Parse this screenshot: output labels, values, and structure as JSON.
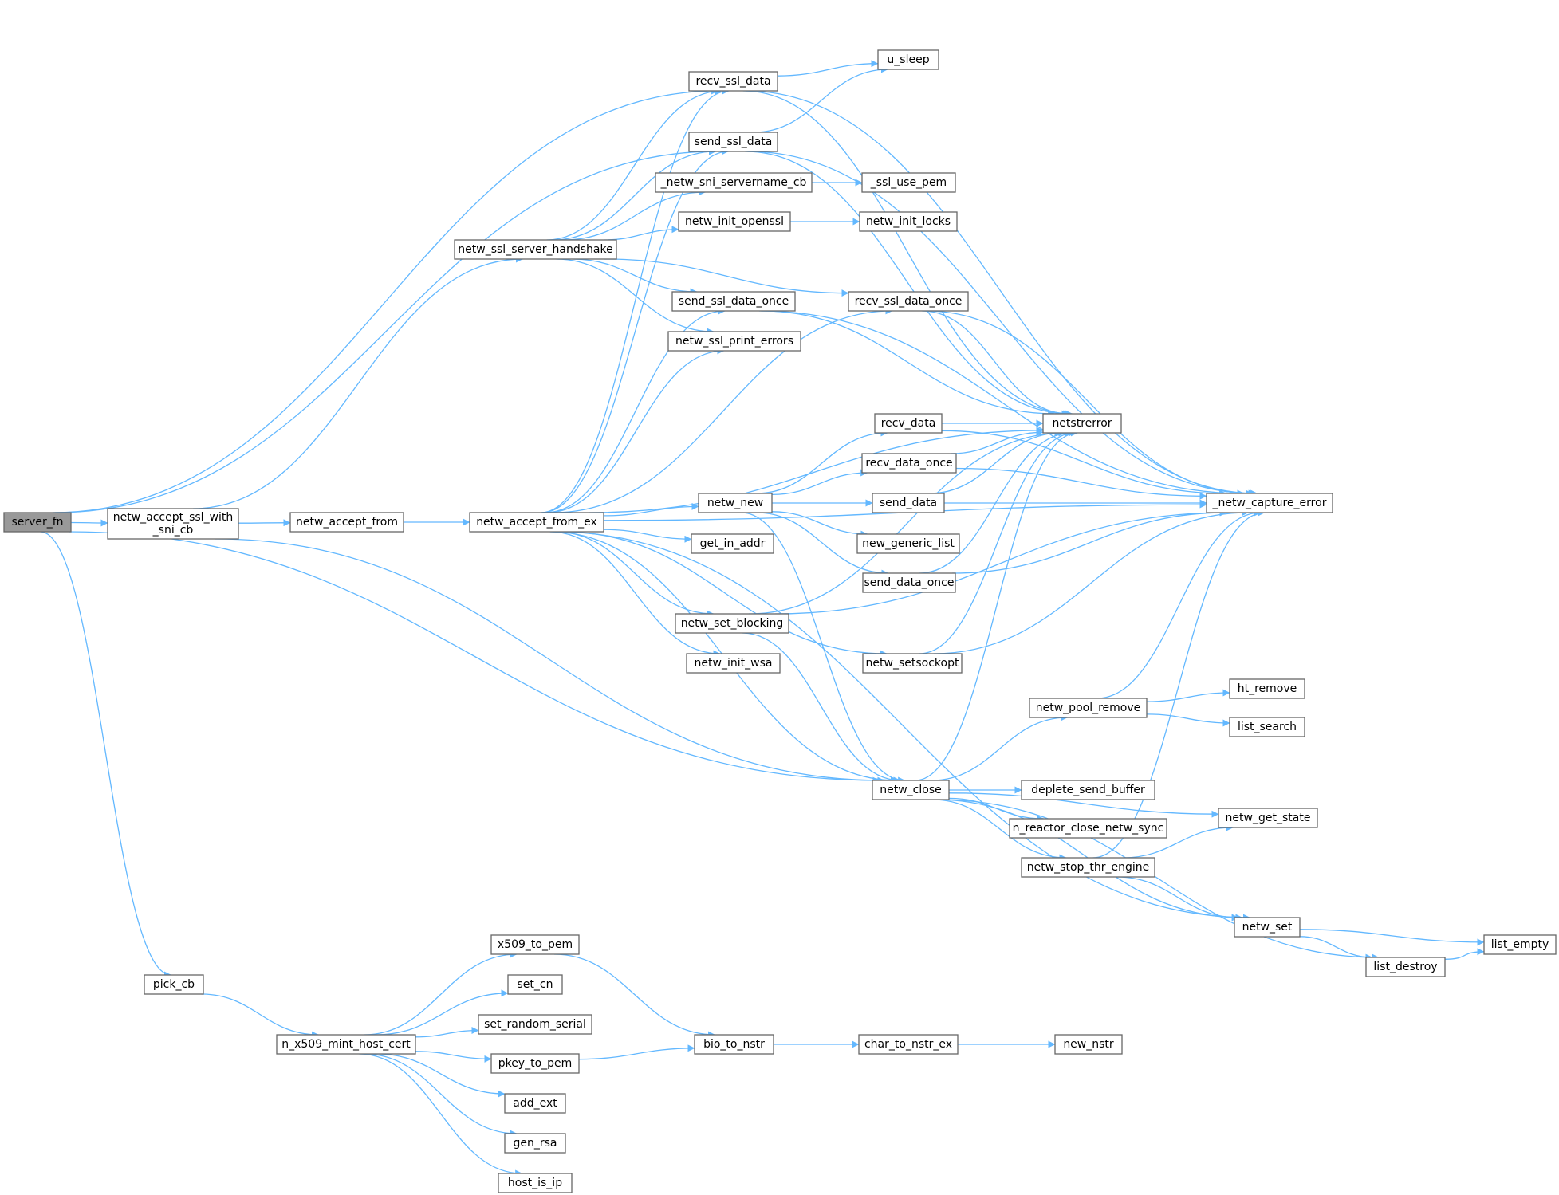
{
  "diagram": {
    "root": "server_fn",
    "colors": {
      "edge": "#63b8ff",
      "node_border": "#666666",
      "root_fill": "#999999",
      "node_fill": "#ffffff"
    },
    "nodes": [
      {
        "id": "server_fn",
        "lines": [
          "server_fn"
        ],
        "root": true
      },
      {
        "id": "netw_accept_ssl_with_sni_cb",
        "lines": [
          "netw_accept_ssl_with",
          "_sni_cb"
        ]
      },
      {
        "id": "netw_accept_from",
        "lines": [
          "netw_accept_from"
        ]
      },
      {
        "id": "netw_accept_from_ex",
        "lines": [
          "netw_accept_from_ex"
        ]
      },
      {
        "id": "netw_ssl_server_handshake",
        "lines": [
          "netw_ssl_server_handshake"
        ]
      },
      {
        "id": "pick_cb",
        "lines": [
          "pick_cb"
        ]
      },
      {
        "id": "n_x509_mint_host_cert",
        "lines": [
          "n_x509_mint_host_cert"
        ]
      },
      {
        "id": "recv_ssl_data",
        "lines": [
          "recv_ssl_data"
        ]
      },
      {
        "id": "send_ssl_data",
        "lines": [
          "send_ssl_data"
        ]
      },
      {
        "id": "_netw_sni_servername_cb",
        "lines": [
          "_netw_sni_servername_cb"
        ]
      },
      {
        "id": "netw_init_openssl",
        "lines": [
          "netw_init_openssl"
        ]
      },
      {
        "id": "send_ssl_data_once",
        "lines": [
          "send_ssl_data_once"
        ]
      },
      {
        "id": "netw_ssl_print_errors",
        "lines": [
          "netw_ssl_print_errors"
        ]
      },
      {
        "id": "netw_new",
        "lines": [
          "netw_new"
        ]
      },
      {
        "id": "get_in_addr",
        "lines": [
          "get_in_addr"
        ]
      },
      {
        "id": "netw_set_blocking",
        "lines": [
          "netw_set_blocking"
        ]
      },
      {
        "id": "netw_init_wsa",
        "lines": [
          "netw_init_wsa"
        ]
      },
      {
        "id": "x509_to_pem",
        "lines": [
          "x509_to_pem"
        ]
      },
      {
        "id": "set_cn",
        "lines": [
          "set_cn"
        ]
      },
      {
        "id": "set_random_serial",
        "lines": [
          "set_random_serial"
        ]
      },
      {
        "id": "pkey_to_pem",
        "lines": [
          "pkey_to_pem"
        ]
      },
      {
        "id": "add_ext",
        "lines": [
          "add_ext"
        ]
      },
      {
        "id": "gen_rsa",
        "lines": [
          "gen_rsa"
        ]
      },
      {
        "id": "host_is_ip",
        "lines": [
          "host_is_ip"
        ]
      },
      {
        "id": "bio_to_nstr",
        "lines": [
          "bio_to_nstr"
        ]
      },
      {
        "id": "u_sleep",
        "lines": [
          "u_sleep"
        ]
      },
      {
        "id": "_ssl_use_pem",
        "lines": [
          "_ssl_use_pem"
        ]
      },
      {
        "id": "netw_init_locks",
        "lines": [
          "netw_init_locks"
        ]
      },
      {
        "id": "recv_ssl_data_once",
        "lines": [
          "recv_ssl_data_once"
        ]
      },
      {
        "id": "recv_data",
        "lines": [
          "recv_data"
        ]
      },
      {
        "id": "recv_data_once",
        "lines": [
          "recv_data_once"
        ]
      },
      {
        "id": "send_data",
        "lines": [
          "send_data"
        ]
      },
      {
        "id": "new_generic_list",
        "lines": [
          "new_generic_list"
        ]
      },
      {
        "id": "send_data_once",
        "lines": [
          "send_data_once"
        ]
      },
      {
        "id": "netw_setsockopt",
        "lines": [
          "netw_setsockopt"
        ]
      },
      {
        "id": "netw_close",
        "lines": [
          "netw_close"
        ]
      },
      {
        "id": "char_to_nstr_ex",
        "lines": [
          "char_to_nstr_ex"
        ]
      },
      {
        "id": "netstrerror",
        "lines": [
          "netstrerror"
        ]
      },
      {
        "id": "netw_pool_remove",
        "lines": [
          "netw_pool_remove"
        ]
      },
      {
        "id": "deplete_send_buffer",
        "lines": [
          "deplete_send_buffer"
        ]
      },
      {
        "id": "n_reactor_close_netw_sync",
        "lines": [
          "n_reactor_close_netw_sync"
        ]
      },
      {
        "id": "netw_stop_thr_engine",
        "lines": [
          "netw_stop_thr_engine"
        ]
      },
      {
        "id": "new_nstr",
        "lines": [
          "new_nstr"
        ]
      },
      {
        "id": "_netw_capture_error",
        "lines": [
          "_netw_capture_error"
        ]
      },
      {
        "id": "ht_remove",
        "lines": [
          "ht_remove"
        ]
      },
      {
        "id": "list_search",
        "lines": [
          "list_search"
        ]
      },
      {
        "id": "netw_get_state",
        "lines": [
          "netw_get_state"
        ]
      },
      {
        "id": "netw_set",
        "lines": [
          "netw_set"
        ]
      },
      {
        "id": "list_destroy",
        "lines": [
          "list_destroy"
        ]
      },
      {
        "id": "list_empty",
        "lines": [
          "list_empty"
        ]
      }
    ],
    "edges": [
      [
        "server_fn",
        "netw_accept_ssl_with_sni_cb"
      ],
      [
        "server_fn",
        "recv_ssl_data"
      ],
      [
        "server_fn",
        "send_ssl_data"
      ],
      [
        "server_fn",
        "netw_close"
      ],
      [
        "server_fn",
        "pick_cb"
      ],
      [
        "netw_accept_ssl_with_sni_cb",
        "netw_accept_from"
      ],
      [
        "netw_accept_ssl_with_sni_cb",
        "netw_ssl_server_handshake"
      ],
      [
        "netw_accept_ssl_with_sni_cb",
        "netw_close"
      ],
      [
        "netw_accept_from",
        "netw_accept_from_ex"
      ],
      [
        "netw_accept_from_ex",
        "recv_ssl_data"
      ],
      [
        "netw_accept_from_ex",
        "send_ssl_data"
      ],
      [
        "netw_accept_from_ex",
        "send_ssl_data_once"
      ],
      [
        "netw_accept_from_ex",
        "netw_ssl_print_errors"
      ],
      [
        "netw_accept_from_ex",
        "recv_ssl_data_once"
      ],
      [
        "netw_accept_from_ex",
        "netstrerror"
      ],
      [
        "netw_accept_from_ex",
        "netw_new"
      ],
      [
        "netw_accept_from_ex",
        "get_in_addr"
      ],
      [
        "netw_accept_from_ex",
        "netw_set_blocking"
      ],
      [
        "netw_accept_from_ex",
        "netw_init_wsa"
      ],
      [
        "netw_accept_from_ex",
        "netw_setsockopt"
      ],
      [
        "netw_accept_from_ex",
        "_netw_capture_error"
      ],
      [
        "netw_accept_from_ex",
        "netw_close"
      ],
      [
        "netw_accept_from_ex",
        "netw_set"
      ],
      [
        "netw_ssl_server_handshake",
        "recv_ssl_data"
      ],
      [
        "netw_ssl_server_handshake",
        "send_ssl_data"
      ],
      [
        "netw_ssl_server_handshake",
        "_netw_sni_servername_cb"
      ],
      [
        "netw_ssl_server_handshake",
        "netw_init_openssl"
      ],
      [
        "netw_ssl_server_handshake",
        "send_ssl_data_once"
      ],
      [
        "netw_ssl_server_handshake",
        "netw_ssl_print_errors"
      ],
      [
        "netw_ssl_server_handshake",
        "recv_ssl_data_once"
      ],
      [
        "recv_ssl_data",
        "u_sleep"
      ],
      [
        "recv_ssl_data",
        "netstrerror"
      ],
      [
        "recv_ssl_data",
        "_netw_capture_error"
      ],
      [
        "send_ssl_data",
        "u_sleep"
      ],
      [
        "send_ssl_data",
        "netstrerror"
      ],
      [
        "send_ssl_data",
        "_netw_capture_error"
      ],
      [
        "_netw_sni_servername_cb",
        "_ssl_use_pem"
      ],
      [
        "netw_init_openssl",
        "netw_init_locks"
      ],
      [
        "send_ssl_data_once",
        "netstrerror"
      ],
      [
        "send_ssl_data_once",
        "_netw_capture_error"
      ],
      [
        "recv_ssl_data_once",
        "netstrerror"
      ],
      [
        "recv_ssl_data_once",
        "_netw_capture_error"
      ],
      [
        "netw_new",
        "recv_data"
      ],
      [
        "netw_new",
        "recv_data_once"
      ],
      [
        "netw_new",
        "send_data"
      ],
      [
        "netw_new",
        "new_generic_list"
      ],
      [
        "netw_new",
        "send_data_once"
      ],
      [
        "netw_new",
        "netw_close"
      ],
      [
        "recv_data",
        "netstrerror"
      ],
      [
        "recv_data",
        "_netw_capture_error"
      ],
      [
        "recv_data_once",
        "netstrerror"
      ],
      [
        "recv_data_once",
        "_netw_capture_error"
      ],
      [
        "send_data",
        "netstrerror"
      ],
      [
        "send_data",
        "_netw_capture_error"
      ],
      [
        "send_data_once",
        "netstrerror"
      ],
      [
        "send_data_once",
        "_netw_capture_error"
      ],
      [
        "netw_set_blocking",
        "netstrerror"
      ],
      [
        "netw_set_blocking",
        "_netw_capture_error"
      ],
      [
        "netw_set_blocking",
        "netw_close"
      ],
      [
        "netw_setsockopt",
        "netstrerror"
      ],
      [
        "netw_setsockopt",
        "_netw_capture_error"
      ],
      [
        "netw_close",
        "netstrerror"
      ],
      [
        "netw_close",
        "netw_pool_remove"
      ],
      [
        "netw_close",
        "deplete_send_buffer"
      ],
      [
        "netw_close",
        "n_reactor_close_netw_sync"
      ],
      [
        "netw_close",
        "netw_get_state"
      ],
      [
        "netw_close",
        "netw_stop_thr_engine"
      ],
      [
        "netw_close",
        "netw_set"
      ],
      [
        "netw_close",
        "list_destroy"
      ],
      [
        "netw_pool_remove",
        "ht_remove"
      ],
      [
        "netw_pool_remove",
        "list_search"
      ],
      [
        "netw_pool_remove",
        "_netw_capture_error"
      ],
      [
        "netw_stop_thr_engine",
        "netw_get_state"
      ],
      [
        "netw_stop_thr_engine",
        "netw_set"
      ],
      [
        "netw_stop_thr_engine",
        "_netw_capture_error"
      ],
      [
        "netw_set",
        "list_destroy"
      ],
      [
        "netw_set",
        "list_empty"
      ],
      [
        "list_destroy",
        "list_empty"
      ],
      [
        "pick_cb",
        "n_x509_mint_host_cert"
      ],
      [
        "n_x509_mint_host_cert",
        "x509_to_pem"
      ],
      [
        "n_x509_mint_host_cert",
        "set_cn"
      ],
      [
        "n_x509_mint_host_cert",
        "set_random_serial"
      ],
      [
        "n_x509_mint_host_cert",
        "pkey_to_pem"
      ],
      [
        "n_x509_mint_host_cert",
        "add_ext"
      ],
      [
        "n_x509_mint_host_cert",
        "gen_rsa"
      ],
      [
        "n_x509_mint_host_cert",
        "host_is_ip"
      ],
      [
        "x509_to_pem",
        "bio_to_nstr"
      ],
      [
        "pkey_to_pem",
        "bio_to_nstr"
      ],
      [
        "bio_to_nstr",
        "char_to_nstr_ex"
      ],
      [
        "char_to_nstr_ex",
        "new_nstr"
      ]
    ]
  }
}
